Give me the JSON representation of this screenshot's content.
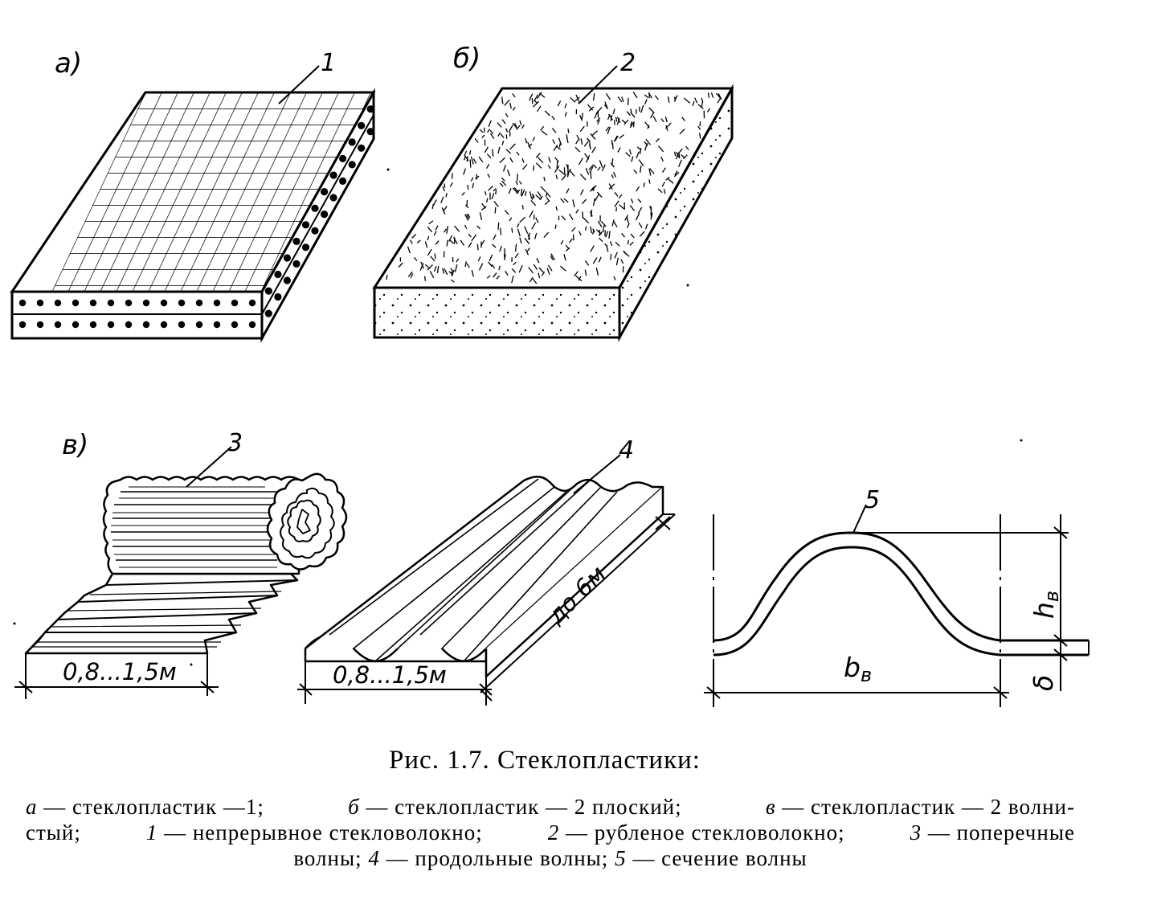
{
  "figure": {
    "panel_a": {
      "letter": "а)",
      "callout": "1"
    },
    "panel_b": {
      "letter": "б)",
      "callout": "2"
    },
    "panel_c": {
      "letter": "в)",
      "roll": {
        "callout": "3",
        "width_label": "0,8...1,5м"
      },
      "sheet": {
        "callout": "4",
        "width_label": "0,8...1,5м",
        "length_label": "до 6м"
      },
      "section": {
        "callout": "5",
        "height_symbol": "h",
        "height_sub": "в",
        "width_symbol": "b",
        "width_sub": "в",
        "thickness_symbol": "δ"
      }
    }
  },
  "caption": {
    "title": "Рис. 1.7. Стеклопластики:",
    "legend": {
      "k1": "а",
      "t1": " — стеклопластик —1;",
      "k2": "б",
      "t2": " — стеклопластик — 2 плоский;",
      "k3": "в",
      "t3": " — стеклопластик — 2 волни-",
      "t4": "стый;",
      "k5": "1",
      "t5": " — непрерывное стекловолокно;",
      "k6": "2",
      "t6": " — рубленое стекловолокно;",
      "k7": "3",
      "t7": " — поперечные",
      "t8": "волны;",
      "k9": "4",
      "t9": " — продольные волны;",
      "k10": "5",
      "t10": " — сечение волны"
    }
  }
}
